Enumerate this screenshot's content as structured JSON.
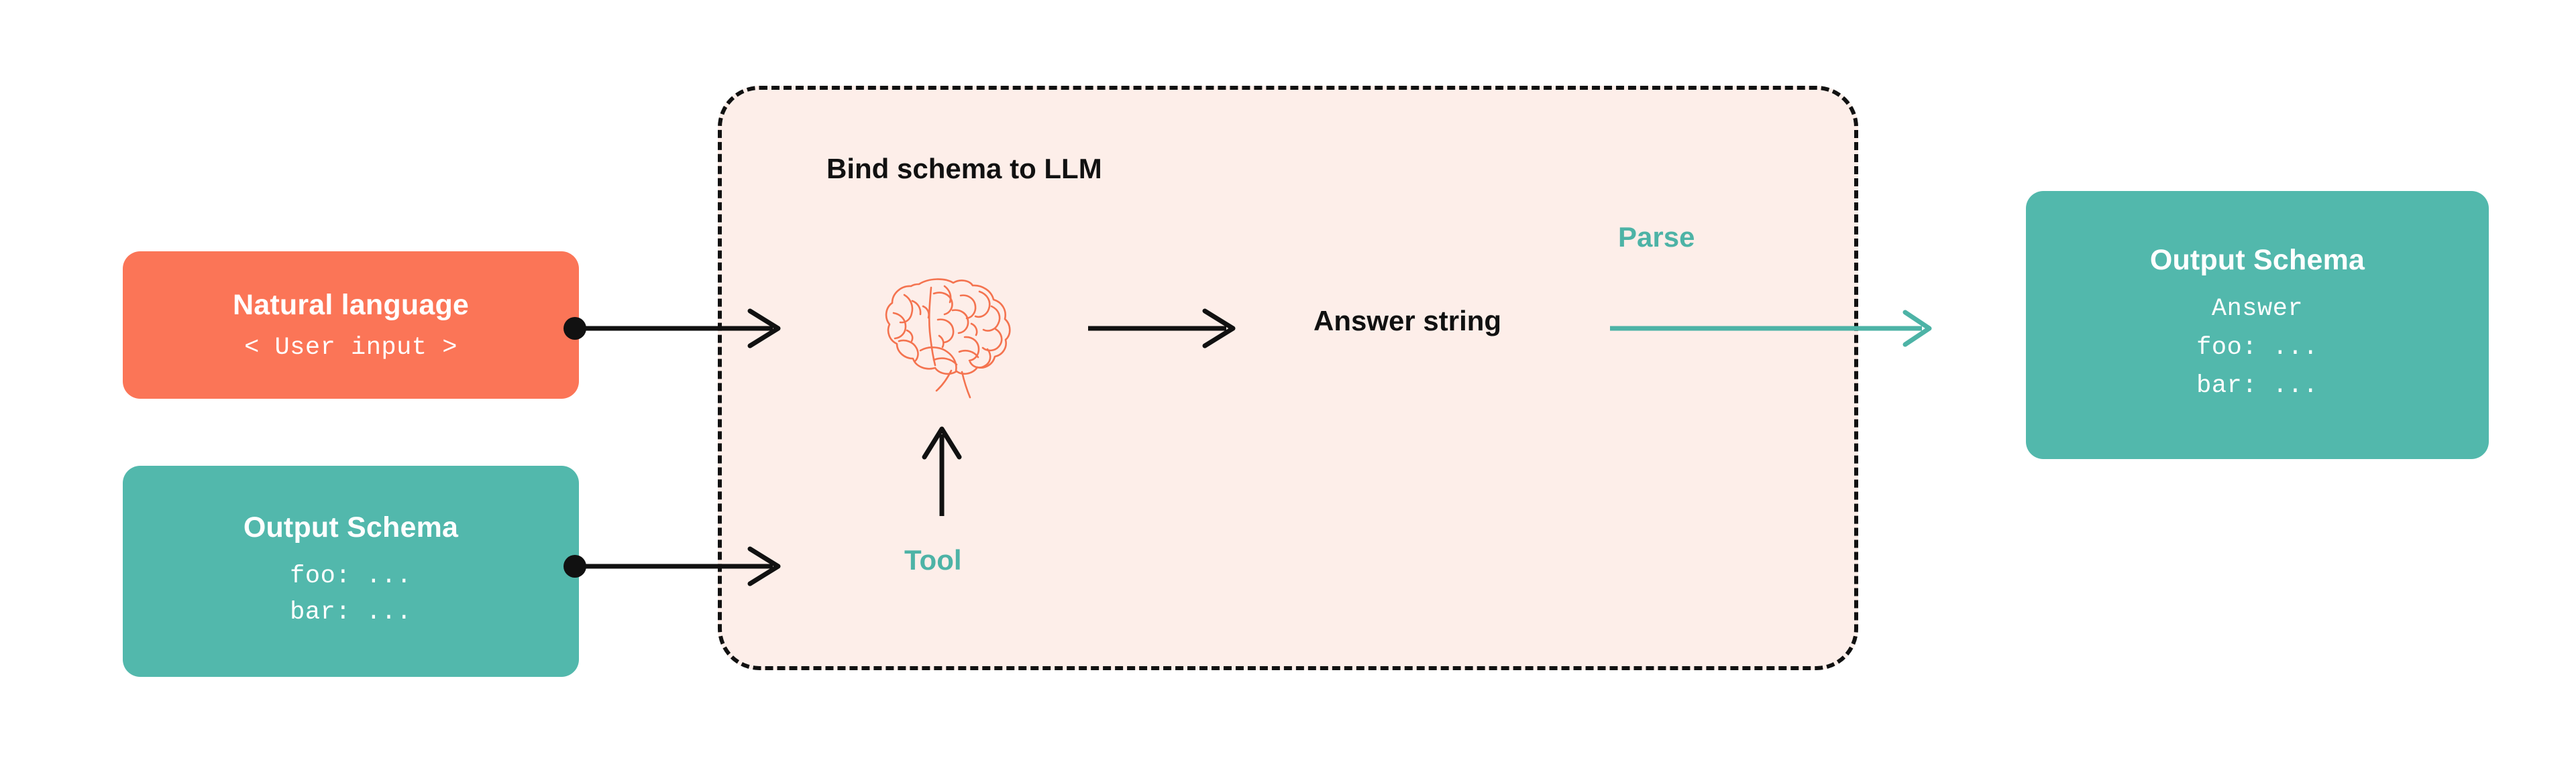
{
  "diagram": {
    "title_hidden": "",
    "background_color": "#ffffff"
  },
  "colors": {
    "coral": "#FB7557",
    "teal": "#52B8AC",
    "teal_text": "#4DB3A6",
    "panel_pink": "#FDEEE9",
    "ink": "#111111"
  },
  "nodes": {
    "natural_language": {
      "title": "Natural language",
      "code": "< User input >"
    },
    "input_schema": {
      "title": "Output Schema",
      "line1": "foo: ...",
      "line2": "bar: ..."
    },
    "output_schema": {
      "title": "Output Schema",
      "line0": "Answer",
      "line1": "foo: ...",
      "line2": "bar: ..."
    }
  },
  "process": {
    "title": "Bind schema to LLM",
    "llm_icon": "brain-icon",
    "answer_label": "Answer string",
    "parse_label": "Parse",
    "tool_label": "Tool"
  },
  "edges": [
    {
      "name": "natural-language-to-llm",
      "from": "natural_language",
      "to": "llm",
      "style": "solid-black-dot-arrow"
    },
    {
      "name": "input-schema-to-tool",
      "from": "input_schema",
      "to": "llm",
      "style": "solid-black-dot-arrow"
    },
    {
      "name": "llm-to-answer-string",
      "from": "llm",
      "to": "answer_string",
      "style": "solid-black-arrow"
    },
    {
      "name": "tool-into-llm",
      "from": "tool",
      "to": "llm",
      "style": "solid-black-up-arrow"
    },
    {
      "name": "answer-string-to-output-schema",
      "from": "answer_string",
      "to": "output_schema",
      "style": "solid-teal-arrow"
    }
  ]
}
